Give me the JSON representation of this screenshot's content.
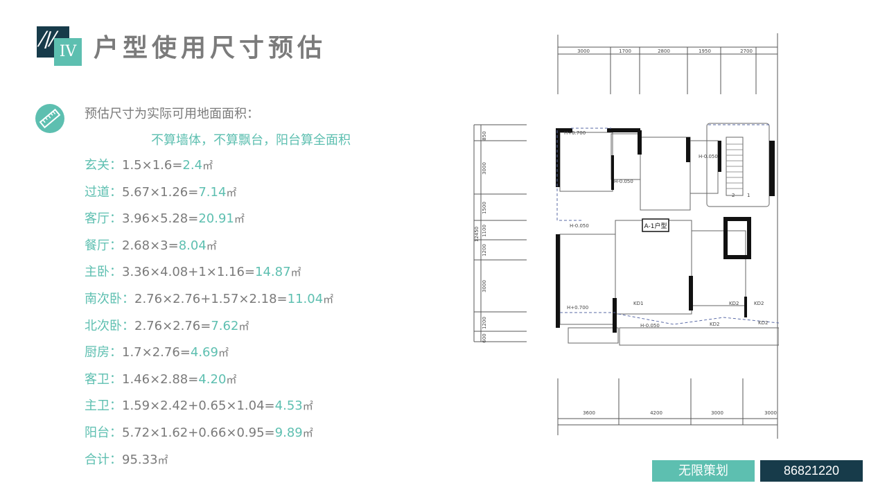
{
  "header": {
    "logo_mark": "IV",
    "title": "户型使用尺寸预估"
  },
  "intro": {
    "line1": "预估尺寸为实际可用地面面积：",
    "line2": "不算墙体，不算飘台，阳台算全面积"
  },
  "rows": [
    {
      "label": "玄关：",
      "formula": "1.5×1.6=",
      "result": "2.4",
      "unit": "㎡"
    },
    {
      "label": "过道：",
      "formula": "5.67×1.26=",
      "result": "7.14",
      "unit": "㎡"
    },
    {
      "label": "客厅：",
      "formula": "3.96×5.28=",
      "result": "20.91",
      "unit": "㎡"
    },
    {
      "label": "餐厅：",
      "formula": "2.68×3=",
      "result": "8.04",
      "unit": "㎡"
    },
    {
      "label": "主卧：",
      "formula": "3.36×4.08+1×1.16=",
      "result": "14.87",
      "unit": "㎡"
    },
    {
      "label": "南次卧：",
      "formula": "2.76×2.76+1.57×2.18=",
      "result": "11.04",
      "unit": "㎡"
    },
    {
      "label": "北次卧：",
      "formula": "2.76×2.76=",
      "result": "7.62",
      "unit": "㎡"
    },
    {
      "label": "厨房：",
      "formula": "1.7×2.76=",
      "result": "4.69",
      "unit": "㎡"
    },
    {
      "label": "客卫：",
      "formula": "1.46×2.88=",
      "result": "4.20",
      "unit": "㎡"
    },
    {
      "label": "主卫：",
      "formula": "1.59×2.42+0.65×1.04=",
      "result": "4.53",
      "unit": "㎡"
    },
    {
      "label": "阳台：",
      "formula": "5.72×1.62+0.66×0.95=",
      "result": "9.89",
      "unit": "㎡"
    }
  ],
  "total": {
    "label": "合计：",
    "value": "95.33",
    "unit": "㎡"
  },
  "floorplan": {
    "top_dims": [
      "3000",
      "1700",
      "2800",
      "1950",
      "2700"
    ],
    "bottom_dims": [
      "3600",
      "4200",
      "3000",
      "3000"
    ],
    "left_dims": [
      "850",
      "3000",
      "1500",
      "1100",
      "1200",
      "3000",
      "1200",
      "600"
    ],
    "left_total": "12450",
    "unit_label": "A-1户型",
    "level_marks": [
      "H+0.700",
      "H-0.050",
      "H-0.050",
      "H-0.050",
      "H+0.700",
      "H-0.050"
    ],
    "door_marks": [
      "KD1",
      "KD2",
      "KD2",
      "KD2",
      "KD2"
    ],
    "stair_numbers": [
      "2",
      "1"
    ]
  },
  "footer": {
    "brand_button": "无限策划",
    "phone_button": "86821220"
  },
  "colors": {
    "accent": "#5dbfb0",
    "dark": "#173b4a",
    "text": "#7a7a7a"
  }
}
